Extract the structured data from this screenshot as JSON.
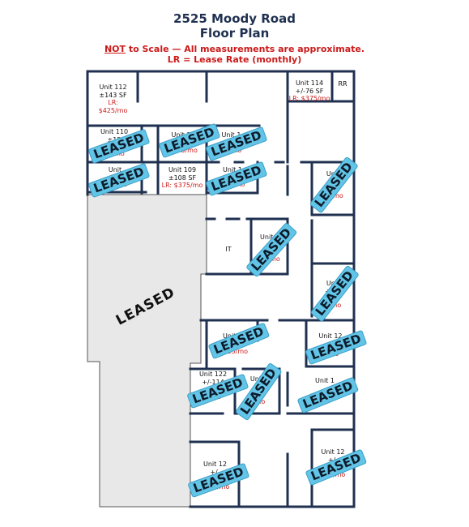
{
  "header": {
    "title_line1": "2525 Moody Road",
    "title_line2": "Floor Plan",
    "note_not": "NOT",
    "note_rest": " to Scale — All measurements are approximate.",
    "note_lr": "LR = Lease Rate (monthly)"
  },
  "colors": {
    "walls": "#1f3050",
    "lease_rate": "#cc1a1a",
    "stamp": "#62c4e6",
    "leased_area": "#e8e8e8"
  },
  "units": {
    "u112": {
      "name": "Unit 112",
      "size": "±143 SF",
      "lr_label": "LR:",
      "lr_value": "$425/mo"
    },
    "u114": {
      "name": "Unit 114",
      "size": "+/-76 SF",
      "lr": "LR: $375/mo"
    },
    "rr": {
      "name": "RR"
    },
    "u110": {
      "name": "Unit 110",
      "size": "±15",
      "lr": "25/mo"
    },
    "u111": {
      "name": "Unit 11",
      "size": "F",
      "lr": "$375/mo"
    },
    "u113": {
      "name": "Unit 1",
      "size": "F",
      "lr": "50/mo"
    },
    "u108": {
      "name": "Unit",
      "lr": "395/mo"
    },
    "u109": {
      "name": "Unit 109",
      "size": "±108 SF",
      "lr": "LR: $375/mo"
    },
    "u107": {
      "name": "Unit 1",
      "lr": "350/mo"
    },
    "u115": {
      "name": "Unit",
      "size": "SF",
      "lr": "95/mo"
    },
    "it": {
      "name": "IT"
    },
    "u116": {
      "name": "Unit 1",
      "size": "+/-",
      "lr": "75/mo"
    },
    "u117": {
      "name": "Unit",
      "size": "+/- F",
      "lr": "5/mo"
    },
    "u118": {
      "name": "Unit 1",
      "lr": "LR:25/mo"
    },
    "u119": {
      "name": "Unit 12",
      "size": "+/-",
      "lr": "5/mo"
    },
    "u122": {
      "name": "Unit 122",
      "size": "+/-114",
      "lr": "5/mo"
    },
    "u121": {
      "name": "Unit",
      "size": "F",
      "lr": "0/mo"
    },
    "u120": {
      "name": "Unit 1",
      "lr": "25/mo"
    },
    "u123": {
      "name": "Unit 12",
      "size": "+/-",
      "lr": "$395/mo"
    },
    "u124": {
      "name": "Unit 12",
      "size": "+/-",
      "lr": "450/mo"
    }
  },
  "stamp_text": "LEASED",
  "large_area_label": "LEASED"
}
